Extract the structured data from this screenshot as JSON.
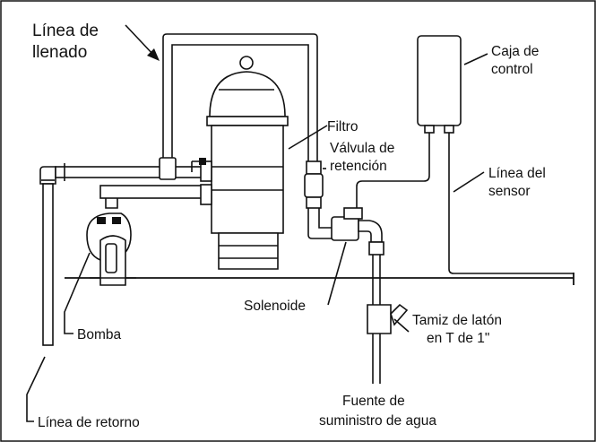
{
  "labels": {
    "fill_line": [
      "Línea de",
      "llenado"
    ],
    "control_box": [
      "Caja de",
      "control"
    ],
    "filter": "Filtro",
    "check_valve": [
      "Válvula de",
      "retención"
    ],
    "sensor_line": [
      "Línea del",
      "sensor"
    ],
    "pump": "Bomba",
    "solenoid": "Solenoide",
    "brass_strainer": [
      "Tamiz de latón",
      "en T de 1\""
    ],
    "return_line": "Línea de retorno",
    "water_supply": [
      "Fuente de",
      "suministro de agua"
    ]
  }
}
